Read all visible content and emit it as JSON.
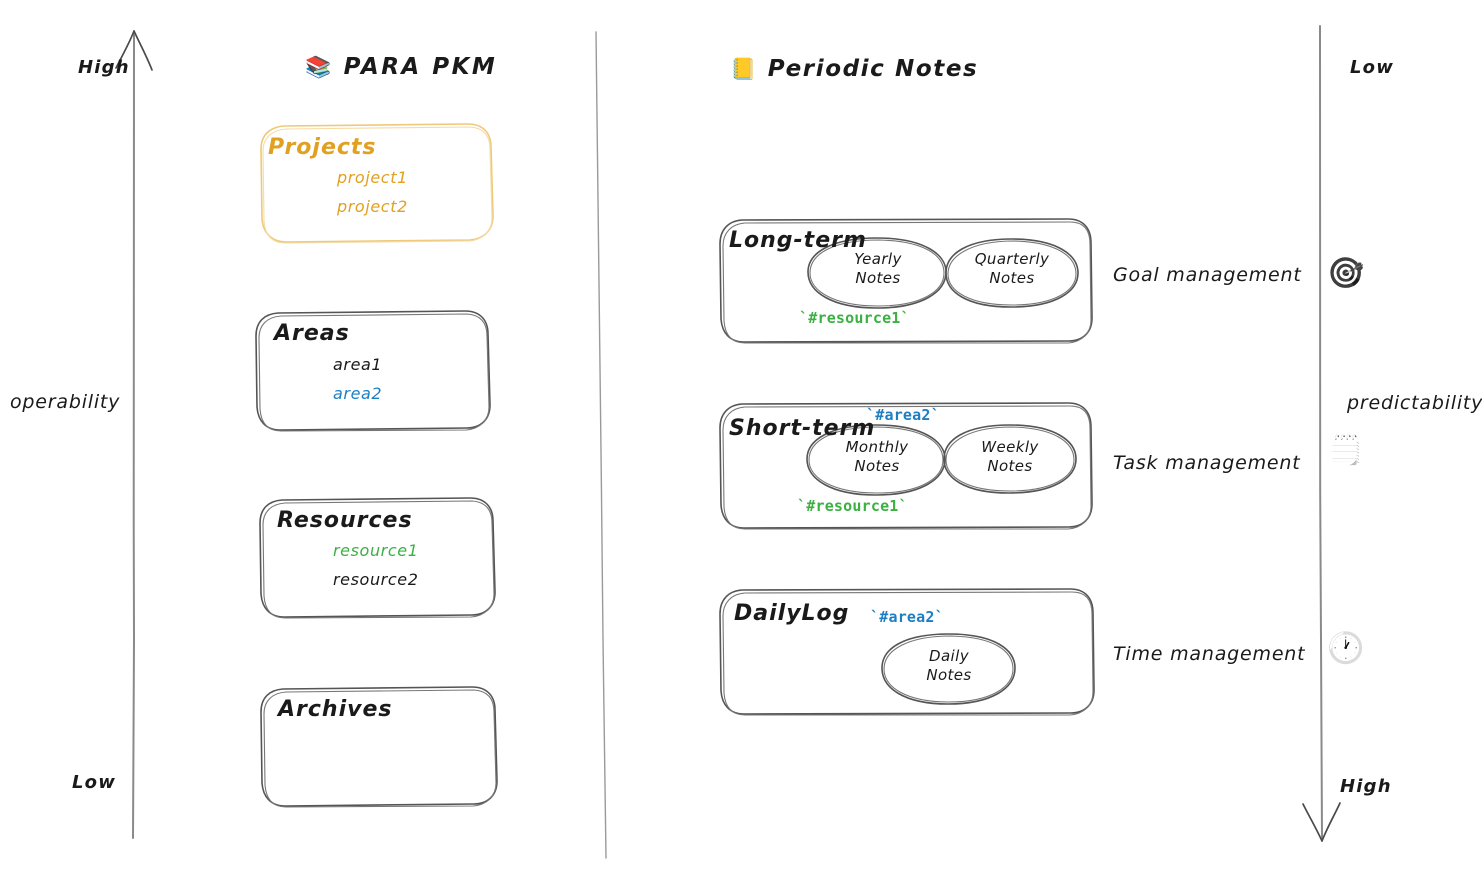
{
  "axes": {
    "left": {
      "name": "operability",
      "top_label": "High",
      "bottom_label": "Low",
      "direction": "up"
    },
    "right": {
      "name": "predictability",
      "top_label": "Low",
      "bottom_label": "High",
      "direction": "down"
    }
  },
  "sections": {
    "para": {
      "emoji": "📚",
      "icon_name": "books-emoji",
      "title": "PARA PKM",
      "boxes": [
        {
          "title": "Projects",
          "color": "#e2a021",
          "items": [
            {
              "label": "project1",
              "color": "#e2a021"
            },
            {
              "label": "project2",
              "color": "#e2a021"
            }
          ]
        },
        {
          "title": "Areas",
          "color": "#1a1a1a",
          "items": [
            {
              "label": "area1",
              "color": "#1a1a1a"
            },
            {
              "label": "area2",
              "color": "#1c7fc4"
            }
          ]
        },
        {
          "title": "Resources",
          "color": "#1a1a1a",
          "items": [
            {
              "label": "resource1",
              "color": "#3cb043"
            },
            {
              "label": "resource2",
              "color": "#1a1a1a"
            }
          ]
        },
        {
          "title": "Archives",
          "color": "#1a1a1a",
          "items": []
        }
      ]
    },
    "periodic": {
      "emoji": "📒",
      "icon_name": "notebook-emoji",
      "title": "Periodic Notes",
      "groups": [
        {
          "title": "Long-term",
          "notes": [
            "Yearly\nNotes",
            "Quarterly\nNotes"
          ],
          "tag_top": "",
          "tag_bottom": "`#resource1`",
          "tag_bottom_color": "green",
          "right_label": "Goal management",
          "right_icon": "🎯",
          "right_icon_name": "target-emoji"
        },
        {
          "title": "Short-term",
          "notes": [
            "Monthly\nNotes",
            "Weekly\nNotes"
          ],
          "tag_top": "`#area2`",
          "tag_top_color": "blue",
          "tag_bottom": "`#resource1`",
          "tag_bottom_color": "green",
          "right_label": "Task management",
          "right_icon": "🗒️",
          "right_icon_name": "notepad-emoji"
        },
        {
          "title": "DailyLog",
          "notes": [
            "Daily\nNotes"
          ],
          "tag_top": "`#area2`",
          "tag_top_color": "blue",
          "tag_bottom": "",
          "right_label": "Time management",
          "right_icon": "🕐",
          "right_icon_name": "clock-emoji"
        }
      ]
    }
  },
  "labels": {
    "yearly_notes": "Yearly Notes",
    "quarterly_notes": "Quarterly Notes",
    "monthly_notes": "Monthly Notes",
    "weekly_notes": "Weekly Notes",
    "daily_notes": "Daily Notes"
  },
  "colors": {
    "orange": "#e2a021",
    "blue": "#1c7fc4",
    "green": "#3cb043",
    "ink": "#1a1a1a",
    "stroke": "#555555"
  }
}
